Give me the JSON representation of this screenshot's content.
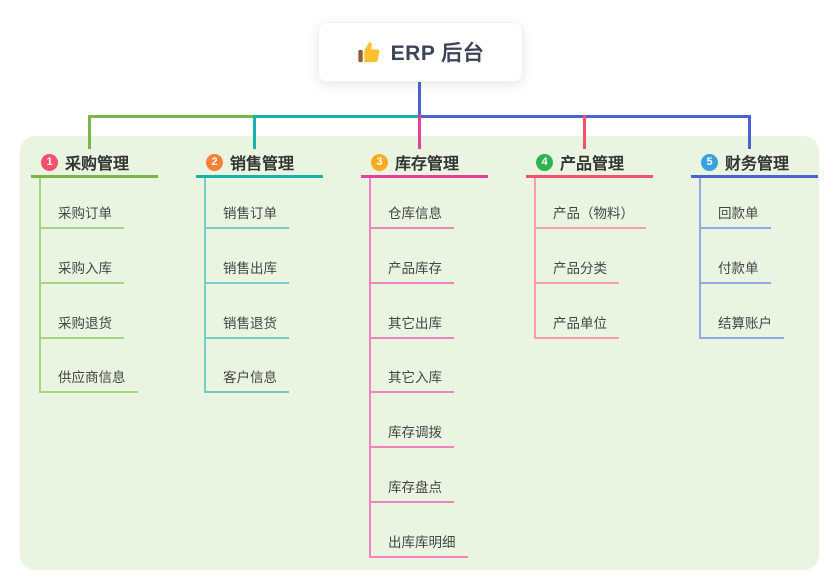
{
  "root": {
    "label": "ERP 后台",
    "icon": "thumbs-up-icon"
  },
  "colors": {
    "root_line": "#4b61d4",
    "panel_bg": "#e9f5e1",
    "card_text": "#3d4458",
    "thumb_gold": "#fbc02d",
    "thumb_sleeve": "#8d5f35"
  },
  "branches": [
    {
      "number": "1",
      "label": "采购管理",
      "badge_color": "#f4516c",
      "line_color": "#7ab648",
      "child_line_color": "#a6d483",
      "children": [
        "采购订单",
        "采购入库",
        "采购退货",
        "供应商信息"
      ]
    },
    {
      "number": "2",
      "label": "销售管理",
      "badge_color": "#f58234",
      "line_color": "#16b3a6",
      "child_line_color": "#77cfc4",
      "children": [
        "销售订单",
        "销售出库",
        "销售退货",
        "客户信息"
      ]
    },
    {
      "number": "3",
      "label": "库存管理",
      "badge_color": "#fbab1c",
      "line_color": "#e83e9c",
      "child_line_color": "#f283c0",
      "children": [
        "仓库信息",
        "产品库存",
        "其它出库",
        "其它入库",
        "库存调拨",
        "库存盘点",
        "出库库明细"
      ]
    },
    {
      "number": "4",
      "label": "产品管理",
      "badge_color": "#2fb350",
      "line_color": "#f4516c",
      "child_line_color": "#f79fae",
      "children": [
        "产品（物料）",
        "产品分类",
        "产品单位"
      ]
    },
    {
      "number": "5",
      "label": "财务管理",
      "badge_color": "#38a1e0",
      "line_color": "#4b61d4",
      "child_line_color": "#95a7e8",
      "children": [
        "回款单",
        "付款单",
        "结算账户"
      ]
    }
  ]
}
